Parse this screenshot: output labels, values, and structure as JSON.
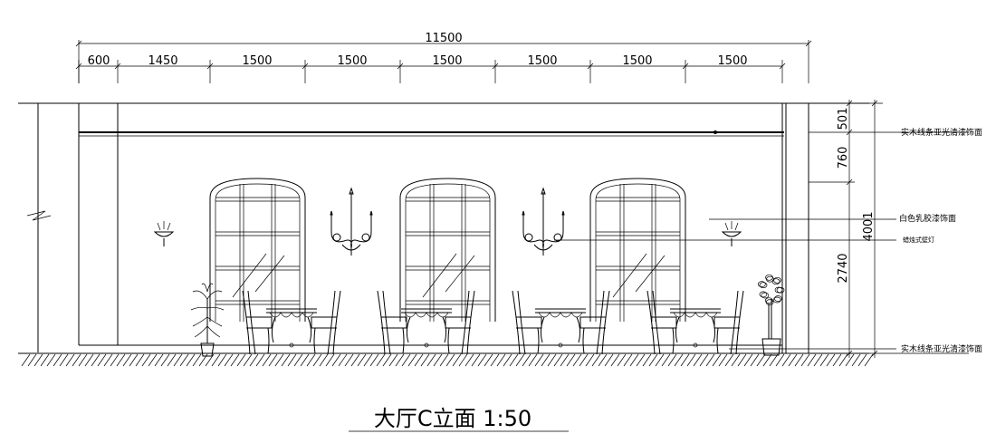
{
  "dimensions_top": {
    "total": "11500",
    "segments": [
      "600",
      "1450",
      "1500",
      "1500",
      "1500",
      "1500",
      "1500",
      "1500"
    ]
  },
  "dimensions_right": {
    "segments": [
      "501",
      "760",
      "2740"
    ],
    "total": "4001"
  },
  "annotations": {
    "cornice": "实木线条亚光清漆饰面",
    "wall": "白色乳胶漆饰面",
    "sconce": "蜡烛式壁灯",
    "skirting": "实木线条亚光清漆饰面"
  },
  "title": "大厅C立面 1:50"
}
